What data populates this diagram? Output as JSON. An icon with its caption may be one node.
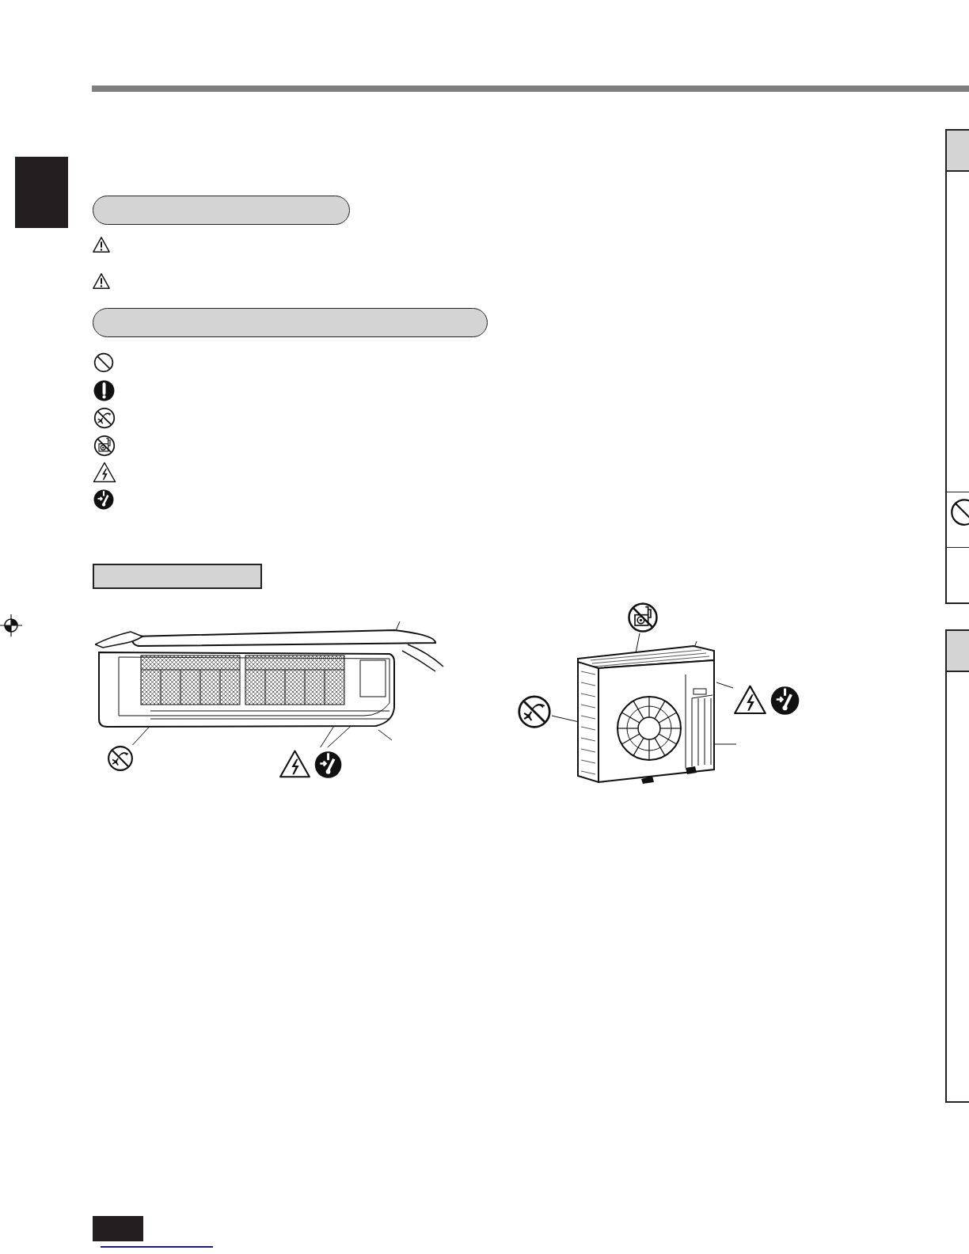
{
  "diagram": {
    "nodes": [
      {
        "text": [],
        "shape": "box"
      },
      {
        "text": [],
        "shape": "pill"
      },
      {
        "text": [],
        "shape": "pill"
      },
      {
        "text": [],
        "shape": "box"
      },
      {
        "text": [],
        "shape": "picture"
      },
      {
        "text": [],
        "shape": "circle"
      },
      {
        "text": [],
        "shape": "triangle"
      },
      {
        "text": [],
        "shape": "picture"
      },
      {
        "text": [],
        "shape": "circle"
      },
      {
        "text": [],
        "shape": "circle"
      },
      {
        "text": [],
        "shape": "triangle"
      }
    ],
    "edges": [
      {
        "from": null,
        "to": 4,
        "arrow": "none"
      },
      {
        "from": 5,
        "to": 4,
        "arrow": "none"
      },
      {
        "from": 6,
        "to": 4,
        "arrow": "none"
      },
      {
        "from": 6,
        "to": 4,
        "arrow": "none"
      },
      {
        "from": null,
        "to": 4,
        "arrow": "none"
      },
      {
        "from": 8,
        "to": 7,
        "arrow": "none"
      },
      {
        "from": null,
        "to": 7,
        "arrow": "none"
      },
      {
        "from": 10,
        "to": 7,
        "arrow": "none"
      },
      {
        "from": 9,
        "to": 7,
        "arrow": "none"
      },
      {
        "from": null,
        "to": 7,
        "arrow": "none"
      }
    ]
  }
}
